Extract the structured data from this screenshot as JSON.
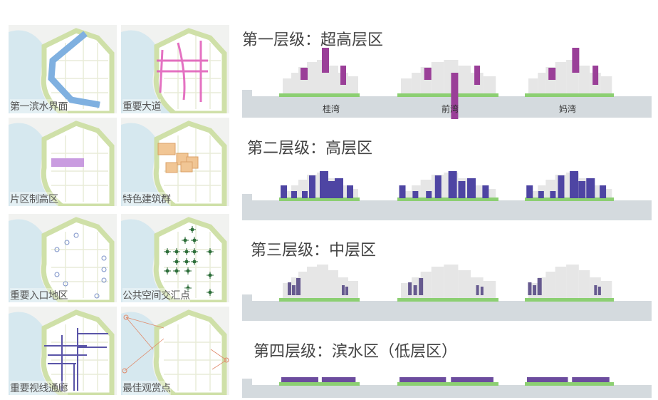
{
  "maps": [
    {
      "caption": "第一滨水界面",
      "overlay": "waterfront"
    },
    {
      "caption": "重要大道",
      "overlay": "avenues"
    },
    {
      "caption": "片区制高区",
      "overlay": "highpoint"
    },
    {
      "caption": "特色建筑群",
      "overlay": "clusters"
    },
    {
      "caption": "重要入口地区",
      "overlay": "entrances"
    },
    {
      "caption": "公共空间交汇点",
      "overlay": "nodes"
    },
    {
      "caption": "重要视线通廊",
      "overlay": "sightlines"
    },
    {
      "caption": "最佳观赏点",
      "overlay": "viewpoints"
    }
  ],
  "tiers": [
    {
      "title": "第一层级：超高层区",
      "color": "#9a3f98"
    },
    {
      "title": "第二层级：高层区",
      "color": "#4e45a3"
    },
    {
      "title": "第三层级：中层区",
      "color": "#665a8f"
    },
    {
      "title": "第四层级：滨水区（低层区）",
      "color": "#6c4c9e"
    }
  ],
  "districts": [
    "桂湾",
    "前湾",
    "妈湾"
  ]
}
